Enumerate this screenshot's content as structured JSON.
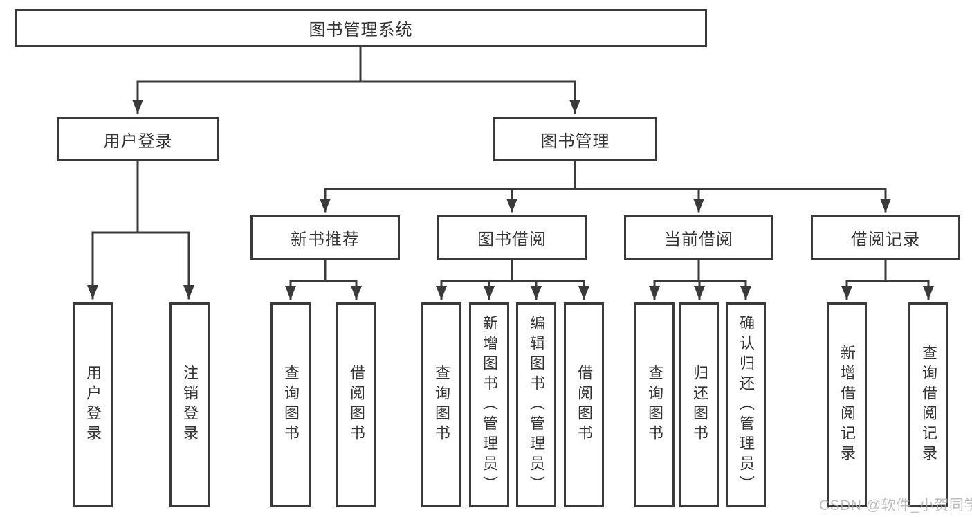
{
  "nodes": {
    "root": "图书管理系统",
    "user_login": "用户登录",
    "book_mgmt": "图书管理",
    "new_book_rec": "新书推荐",
    "book_borrow": "图书借阅",
    "current_borrow": "当前借阅",
    "borrow_record": "借阅记录",
    "leaf_user_login": "用户登录",
    "leaf_logout": "注销登录",
    "leaf_nbr_query_book": "查询图书",
    "leaf_nbr_borrow_book": "借阅图书",
    "leaf_bb_query_book": "查询图书",
    "leaf_bb_add_book": "新增图书（管理员）",
    "leaf_bb_edit_book": "编辑图书（管理员）",
    "leaf_bb_borrow_book": "借阅图书",
    "leaf_cb_query_book": "查询图书",
    "leaf_cb_return_book": "归还图书",
    "leaf_cb_confirm_return": "确认归还（管理员）",
    "leaf_br_add_record": "新增借阅记录",
    "leaf_br_query_record": "查询借阅记录"
  },
  "watermark": "CSDN @软件_小贺同学",
  "colors": {
    "line": "#3a3a3a",
    "box_border": "#3a3a3a",
    "box_background": "#ffffff",
    "text": "#333333",
    "watermark": "#aeaeae"
  }
}
